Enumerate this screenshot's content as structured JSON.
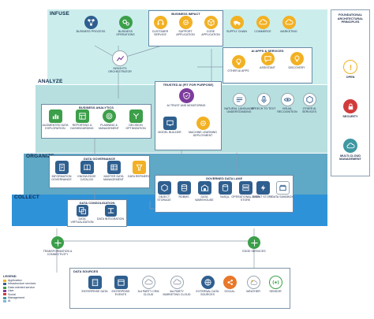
{
  "layers": {
    "infuse": "INFUSE",
    "analyze": "ANALYZE",
    "organize": "ORGANIZE",
    "collect": "COLLECT"
  },
  "principles": {
    "title": "FOUNDATIONAL ARCHITECTURAL PRINCIPLES",
    "items": [
      "OPEN",
      "SECURITY",
      "MULTI-CLOUD MANAGEMENT"
    ]
  },
  "business_process": "BUSINESS PROCESS",
  "business_operations": "BUSINESS OPERATIONS",
  "business_impact": {
    "title": "BUSINESS IMPACT",
    "items": [
      "CUSTOMER SERVICE",
      "SUPPORT APPLICATION",
      "CORE APPLICATION",
      "SUPPLY CHAIN",
      "COMMERCE",
      "MARKETING"
    ]
  },
  "insights_orchestrator": "INSIGHTS ORCHESTRATOR",
  "ai_apps": {
    "title": "AI APPS & SERVICES",
    "items": [
      "OTHER AI APPS",
      "ASSISTANT",
      "DISCOVERY"
    ]
  },
  "trusted_ai": {
    "title": "TRUSTED AI (FIT FOR PURPOSE)",
    "monitoring": "AI TRUST AND MONITORING",
    "builder": "MODEL BUILDER",
    "deployment": "MACHINE LEARNING DEPLOYMENT"
  },
  "ai_services": [
    "NATURAL LANGUAGE UNDERSTANDING",
    "SPEECH TO TEXT",
    "VISUAL RECOGNITION",
    "OTHER AI SERVICES"
  ],
  "business_analytics": {
    "title": "BUSINESS ANALYTICS",
    "items": [
      "AUGMENTED DATA EXPLORATION",
      "REPORTING & DASHBOARDING",
      "PLANNING & MANAGEMENT",
      "DECISION OPTIMIZATION"
    ]
  },
  "data_governance": {
    "title": "DATA GOVERNANCE",
    "items": [
      "INFORMATION GOVERNANCE",
      "KNOWLEDGE CATALOG",
      "MASTER DATA MANAGEMENT",
      "DATA REFINERY"
    ]
  },
  "data_lake": {
    "title": "GOVERNED DATA LAKE",
    "items": [
      "OBJECT STORAGE",
      "RDBMS",
      "DATA WAREHOUSE",
      "NoSQL",
      "OPERATIONAL DATA STORE",
      "EVENT STORE",
      "DATA SANDBOX"
    ]
  },
  "data_consolidation": {
    "title": "DATA CONSOLIDATION",
    "items": [
      "DATA VIRTUALIZATION",
      "DATA INTEGRATION"
    ]
  },
  "transformation": "TRANSFORMATION & CONNECTIVITY",
  "edge": "EDGE SERVICES",
  "data_sources": {
    "title": "DATA SOURCES",
    "items": [
      "ENTERPRISE DATA",
      "ENTERPRISE EVENTS",
      "3rd PARTY CRM CLOUD",
      "3rd PARTY MARKETING CLOUD",
      "EXTERNAL DATA SOURCES",
      "SOCIAL",
      "WEATHER",
      "SENSOR"
    ]
  },
  "legend": {
    "title": "LEGEND",
    "items": [
      {
        "label": "Application",
        "color": "#f2b124"
      },
      {
        "label": "Infrastructure services",
        "color": "#2f5f8f"
      },
      {
        "label": "Data oriented service",
        "color": "#3c9f4a"
      },
      {
        "label": "User",
        "color": "#7c3c9c"
      },
      {
        "label": "Social",
        "color": "#d23b3b"
      },
      {
        "label": "Management",
        "color": "#3e98a2"
      },
      {
        "label": "AI",
        "color": "#7bb7e0"
      }
    ]
  },
  "colors": {
    "infuse_band": "#c9ecec",
    "analyze_band": "#b6dede",
    "organize_band": "#5fa8c6",
    "collect_band": "#2d8fd5",
    "application": "#f2b124",
    "infrastructure": "#2f5f8f",
    "data": "#3c9f4a",
    "user": "#7c3c9c",
    "social": "#d23b3b",
    "management": "#3e98a2"
  }
}
